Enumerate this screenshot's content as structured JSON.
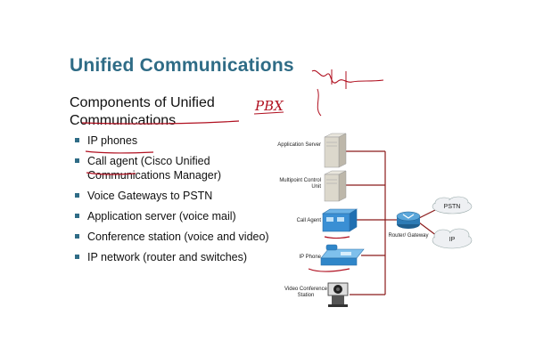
{
  "slide": {
    "title": "Unified Communications",
    "subtitle": "Components of Unified Communications",
    "bullets": [
      "IP phones",
      "Call agent (Cisco Unified Communications Manager)",
      "Voice Gateways to PSTN",
      "Application server (voice mail)",
      "Conference station (voice and video)",
      "IP network (router and switches)"
    ]
  },
  "diagram": {
    "devices": {
      "application_server": "Application Server",
      "multipoint_control_unit": "Multipoint Control Unit",
      "call_agent": "Call Agent",
      "ip_phone": "IP Phone",
      "video_conference_station": "Video Conference Station",
      "router_gateway": "Router/ Gateway"
    },
    "clouds": {
      "pstn": "PSTN",
      "ip": "IP"
    }
  },
  "annotations": {
    "handwritten": "PBX"
  },
  "colors": {
    "title": "#2f6c86",
    "link_line": "#8b1a1a",
    "ink": "#b01020"
  }
}
